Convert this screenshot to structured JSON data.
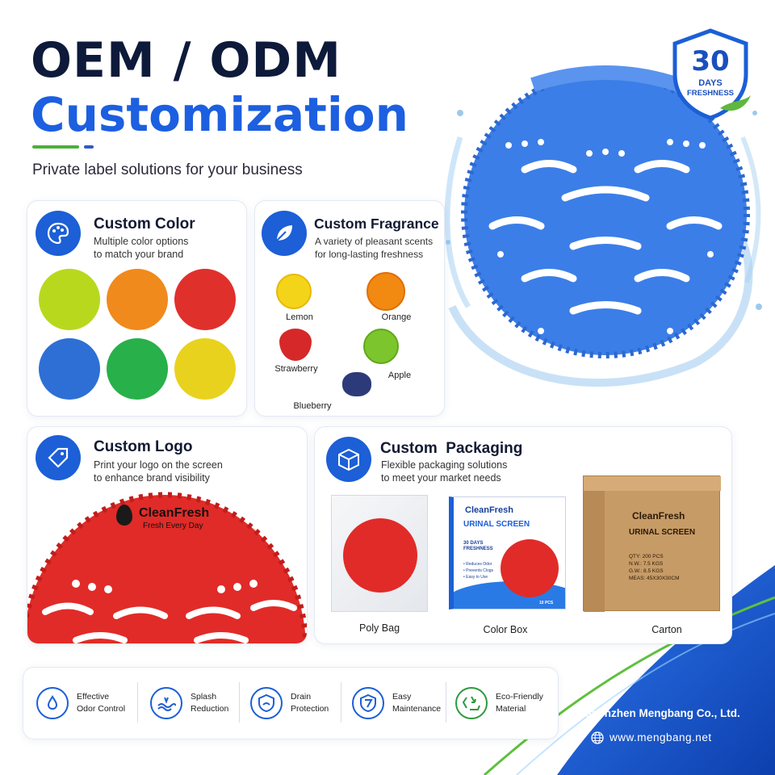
{
  "header": {
    "title_line1": "OEM / ODM",
    "title_line2": "Customization",
    "subtitle": "Private label solutions for your business",
    "accent_blue": "#1c5fe0",
    "accent_green": "#4caf3a"
  },
  "badge": {
    "number": "30",
    "line1": "DAYS",
    "line2": "FRESHNESS"
  },
  "cards": {
    "color": {
      "title": "Custom Color",
      "desc1": "Multiple color options",
      "desc2": "to match your brand",
      "icon": "palette-icon",
      "swatches": [
        "#b8d81e",
        "#f08a1c",
        "#e0302c",
        "#2e6fd6",
        "#28b04a",
        "#e8d21e"
      ]
    },
    "fragrance": {
      "title": "Custom Fragrance",
      "desc1": "A variety of pleasant scents",
      "desc2": "for long-lasting freshness",
      "icon": "leaf-icon",
      "items": [
        "Lemon",
        "Orange",
        "Strawberry",
        "Apple",
        "Blueberry"
      ]
    },
    "logo": {
      "title": "Custom Logo",
      "desc1": "Print your logo on the screen",
      "desc2": "to enhance brand visibility",
      "icon": "tag-icon",
      "brand": "CleanFresh",
      "tagline": "Fresh Every Day"
    },
    "packaging": {
      "title": "Custom",
      "title2": "Packaging",
      "desc1": "Flexible packaging solutions",
      "desc2": "to meet your market needs",
      "icon": "box-icon",
      "options": [
        "Poly Bag",
        "Color Box",
        "Carton"
      ],
      "box": {
        "brand": "CleanFresh",
        "product": "URINAL SCREEN",
        "claim1": "30 DAYS",
        "claim2": "FRESHNESS",
        "bullets": [
          "• Reduces Odor",
          "• Prevents Clogs",
          "• Easy to Use"
        ],
        "count": "10 PCS"
      },
      "carton": {
        "brand": "CleanFresh",
        "product": "URINAL SCREEN",
        "specs": [
          "QTY: 200 PCS",
          "N.W.: 7.5 KGS",
          "G.W.: 8.5 KGS",
          "MEAS: 45X30X30CM"
        ]
      }
    }
  },
  "features": [
    {
      "line1": "Effective",
      "line2": "Odor Control",
      "icon": "odor-drop-icon"
    },
    {
      "line1": "Splash",
      "line2": "Reduction",
      "icon": "splash-wave-icon"
    },
    {
      "line1": "Drain",
      "line2": "Protection",
      "icon": "drain-shield-icon"
    },
    {
      "line1": "Easy",
      "line2": "Maintenance",
      "icon": "maintenance-icon"
    },
    {
      "line1": "Eco-Friendly",
      "line2": "Material",
      "icon": "recycle-icon"
    }
  ],
  "footer": {
    "company": "Shenzhen Mengbang Co., Ltd.",
    "website": "www.mengbang.net",
    "bg_blue": "#1451c4"
  }
}
